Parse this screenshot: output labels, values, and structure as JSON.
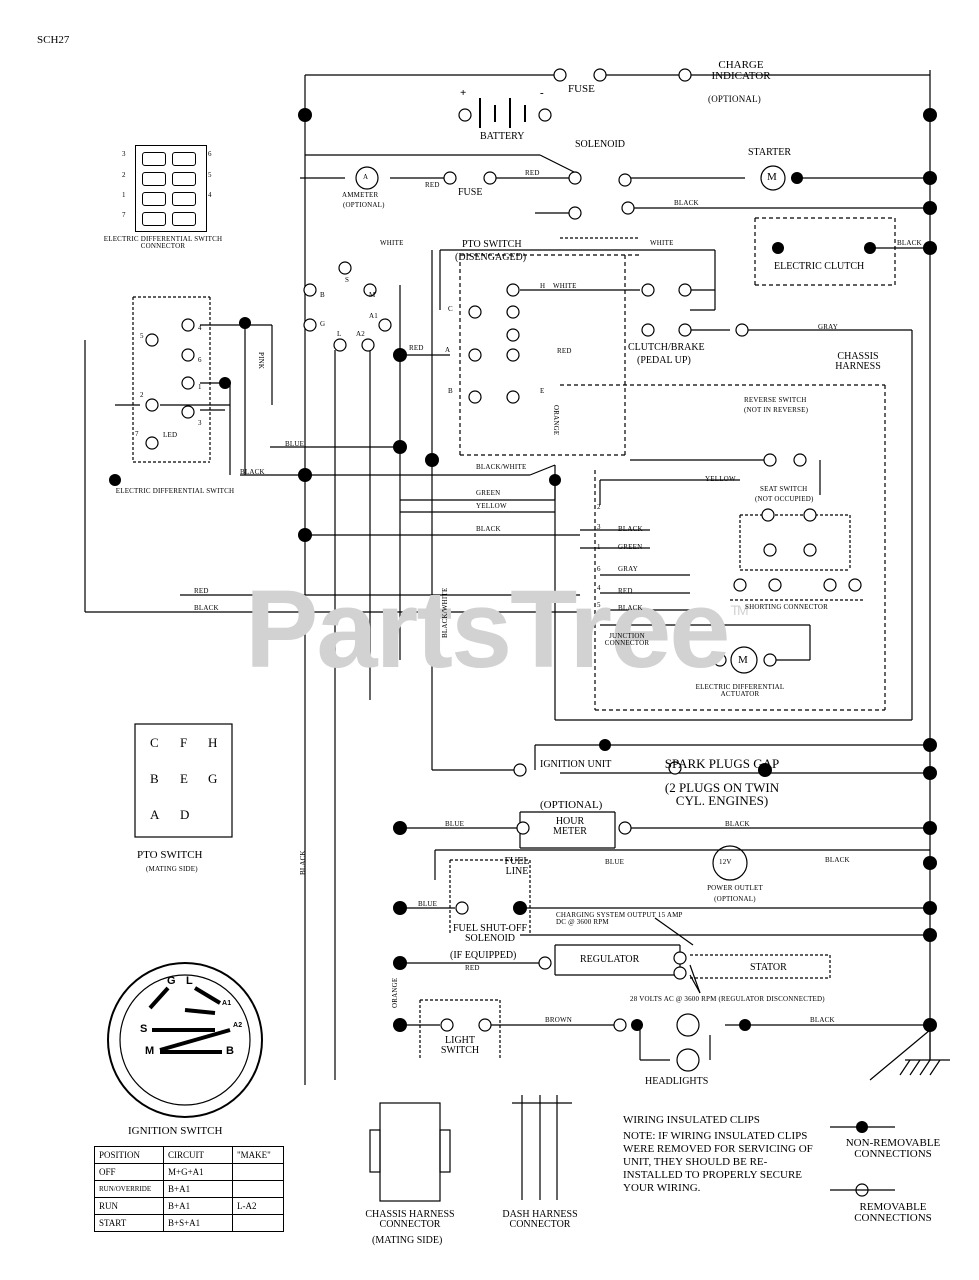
{
  "doc_id": "SCH27",
  "watermark": "PartsTree",
  "trademark": "TM",
  "components": {
    "fuse_top": "FUSE",
    "charge_indicator": "CHARGE INDICATOR",
    "optional_paren": "(OPTIONAL)",
    "battery": "BATTERY",
    "battery_plus": "+",
    "battery_minus": "-",
    "solenoid": "SOLENOID",
    "starter": "STARTER",
    "starter_symbol": "M",
    "ammeter": "AMMETER",
    "ammeter_optional": "(OPTIONAL)",
    "ammeter_symbol": "A",
    "fuse_mid": "FUSE",
    "diff_switch_connector": "ELECTRIC DIFFERENTIAL SWITCH CONNECTOR",
    "pto_switch": "PTO SWITCH",
    "pto_disengaged": "(DISENGAGED)",
    "electric_clutch": "ELECTRIC CLUTCH",
    "clutch_brake": "CLUTCH/BRAKE",
    "pedal_up": "(PEDAL UP)",
    "chassis_harness": "CHASSIS HARNESS",
    "reverse_switch": "REVERSE SWITCH",
    "not_in_reverse": "(NOT IN REVERSE)",
    "seat_switch": "SEAT SWITCH",
    "not_occupied": "(NOT OCCUPIED)",
    "shorting_connector": "SHORTING CONNECTOR",
    "junction_connector": "JUNCTION CONNECTOR",
    "electric_diff_actuator": "ELECTRIC DIFFERENTIAL ACTUATOR",
    "actuator_symbol": "M",
    "electric_diff_switch": "ELECTRIC DIFFERENTIAL SWITCH",
    "led": "LED",
    "ignition_unit": "IGNITION UNIT",
    "spark_plugs_gap": "SPARK PLUGS GAP",
    "spark_note": "(2 PLUGS ON TWIN CYL. ENGINES)",
    "hour_meter_optional": "(OPTIONAL)",
    "hour_meter": "HOUR METER",
    "fuel_line": "FUEL LINE",
    "fuel_shutoff": "FUEL SHUT-OFF SOLENOID",
    "if_equipped": "(IF EQUIPPED)",
    "power_outlet": "POWER OUTLET",
    "power_outlet_optional": "(OPTIONAL)",
    "outlet_symbol": "12V",
    "charging_note": "CHARGING SYSTEM OUTPUT 15 AMP DC @ 3600 RPM",
    "regulator": "REGULATOR",
    "stator": "STATOR",
    "stator_note": "28 VOLTS AC @ 3600 RPM (REGULATOR DISCONNECTED)",
    "light_switch": "LIGHT SWITCH",
    "headlights": "HEADLIGHTS",
    "pto_switch_mating": "PTO SWITCH",
    "mating_side": "(MATING SIDE)",
    "ignition_switch": "IGNITION SWITCH",
    "chassis_harness_connector": "CHASSIS HARNESS CONNECTOR",
    "chassis_mating_side": "(MATING SIDE)",
    "dash_harness_connector": "DASH HARNESS CONNECTOR"
  },
  "ignition_terminals": [
    "G",
    "L",
    "A1",
    "A2",
    "S",
    "M",
    "B"
  ],
  "pto_terminal_letters": [
    "C",
    "F",
    "H",
    "B",
    "E",
    "G",
    "A",
    "D"
  ],
  "pto_schematic_letters": [
    "C",
    "H",
    "A",
    "B",
    "E"
  ],
  "pto_contact_letters": [
    "B",
    "S",
    "M",
    "G",
    "L",
    "A2",
    "A1"
  ],
  "diff_connector_pins": [
    "3",
    "6",
    "2",
    "5",
    "1",
    "4",
    "7"
  ],
  "junction_pins": [
    "2",
    "3",
    "1",
    "6",
    "4",
    "5"
  ],
  "switch_pins": [
    "5",
    "4",
    "6",
    "2",
    "1",
    "7",
    "3"
  ],
  "wire_colors": {
    "red": "RED",
    "black": "BLACK",
    "white": "WHITE",
    "gray": "GRAY",
    "blue": "BLUE",
    "green": "GREEN",
    "yellow": "YELLOW",
    "orange": "ORANGE",
    "brown": "BROWN",
    "black_white": "BLACK/WHITE",
    "pink": "PINK",
    "blue2": "BLUE"
  },
  "ignition_table": {
    "headers": [
      "POSITION",
      "CIRCUIT",
      "\"MAKE\""
    ],
    "rows": [
      [
        "OFF",
        "M+G+A1",
        ""
      ],
      [
        "RUN/OVERRIDE",
        "B+A1",
        ""
      ],
      [
        "RUN",
        "B+A1",
        "L-A2"
      ],
      [
        "START",
        "B+S+A1",
        ""
      ]
    ]
  },
  "notes": {
    "clips_title": "WIRING INSULATED CLIPS",
    "clips_note": "NOTE: IF WIRING INSULATED CLIPS WERE REMOVED FOR SERVICING OF UNIT, THEY SHOULD BE RE-INSTALLED TO PROPERLY SECURE YOUR WIRING."
  },
  "legend": {
    "non_removable": "NON-REMOVABLE CONNECTIONS",
    "removable": "REMOVABLE CONNECTIONS"
  },
  "colors": {
    "ink": "#000000",
    "watermark": "#d2d2d2",
    "background": "#ffffff"
  }
}
